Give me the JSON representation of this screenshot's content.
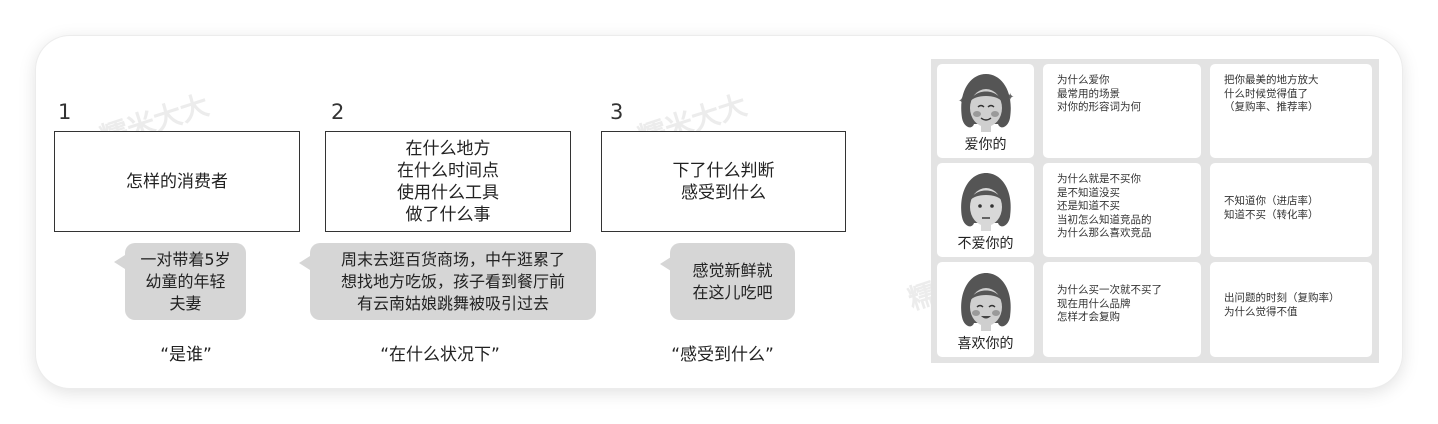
{
  "steps": [
    {
      "number": "1",
      "box_lines": [
        "怎样的消费者"
      ],
      "bubble_lines": [
        "一对带着5岁",
        "幼童的年轻",
        "夫妻"
      ],
      "caption": "“是谁”"
    },
    {
      "number": "2",
      "box_lines": [
        "在什么地方",
        "在什么时间点",
        "使用什么工具",
        "做了什么事"
      ],
      "bubble_lines": [
        "周末去逛百货商场，中午逛累了",
        "想找地方吃饭，孩子看到餐厅前",
        "有云南姑娘跳舞被吸引过去"
      ],
      "caption": "“在什么状况下”"
    },
    {
      "number": "3",
      "box_lines": [
        "下了什么判断",
        "感受到什么"
      ],
      "bubble_lines": [
        "感觉新鲜就",
        "在这儿吃吧"
      ],
      "caption": "“感受到什么”"
    }
  ],
  "table": {
    "rows": [
      {
        "label": "爱你的",
        "col1": [
          "为什么爱你",
          "最常用的场景",
          "对你的形容词为何"
        ],
        "col2": [
          "把你最美的地方放大",
          "什么时候觉得值了",
          "（复购率、推荐率）"
        ]
      },
      {
        "label": "不爱你的",
        "col1": [
          "为什么就是不买你",
          "是不知道没买",
          "还是知道不买",
          "当初怎么知道竞品的",
          "为什么那么喜欢竞品"
        ],
        "col2": [
          "不知道你（进店率）",
          "知道不买（转化率）"
        ]
      },
      {
        "label": "喜欢你的",
        "col1": [
          "为什么买一次就不买了",
          "现在用什么品牌",
          "怎样才会复购"
        ],
        "col2": [
          "出问题的时刻（复购率）",
          "为什么觉得不值"
        ]
      }
    ]
  },
  "watermark": "糯米大大",
  "colors": {
    "bubble": "#d6d6d6",
    "table_bg": "#e3e3e3",
    "face_hair": "#555555",
    "face_skin": "#cfcfcf"
  }
}
